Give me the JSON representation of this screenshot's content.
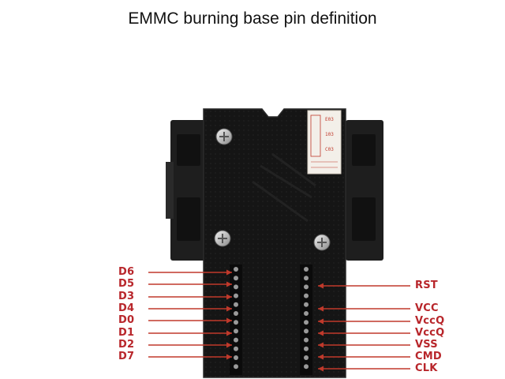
{
  "title": "EMMC burning base pin definition",
  "left_pins": [
    "D6",
    "D5",
    "D3",
    "D4",
    "D0",
    "D1",
    "D2",
    "D7"
  ],
  "right_pins": [
    "RST",
    "VCC",
    "VccQ",
    "VccQ",
    "VSS",
    "CMD",
    "CLK"
  ],
  "colors": {
    "label": "#b8262b",
    "arrow": "#c0392b",
    "board": "#141414",
    "socket": "#1c1c1c"
  },
  "sticker": {
    "lines": [
      "E03",
      "103",
      "C03"
    ]
  }
}
